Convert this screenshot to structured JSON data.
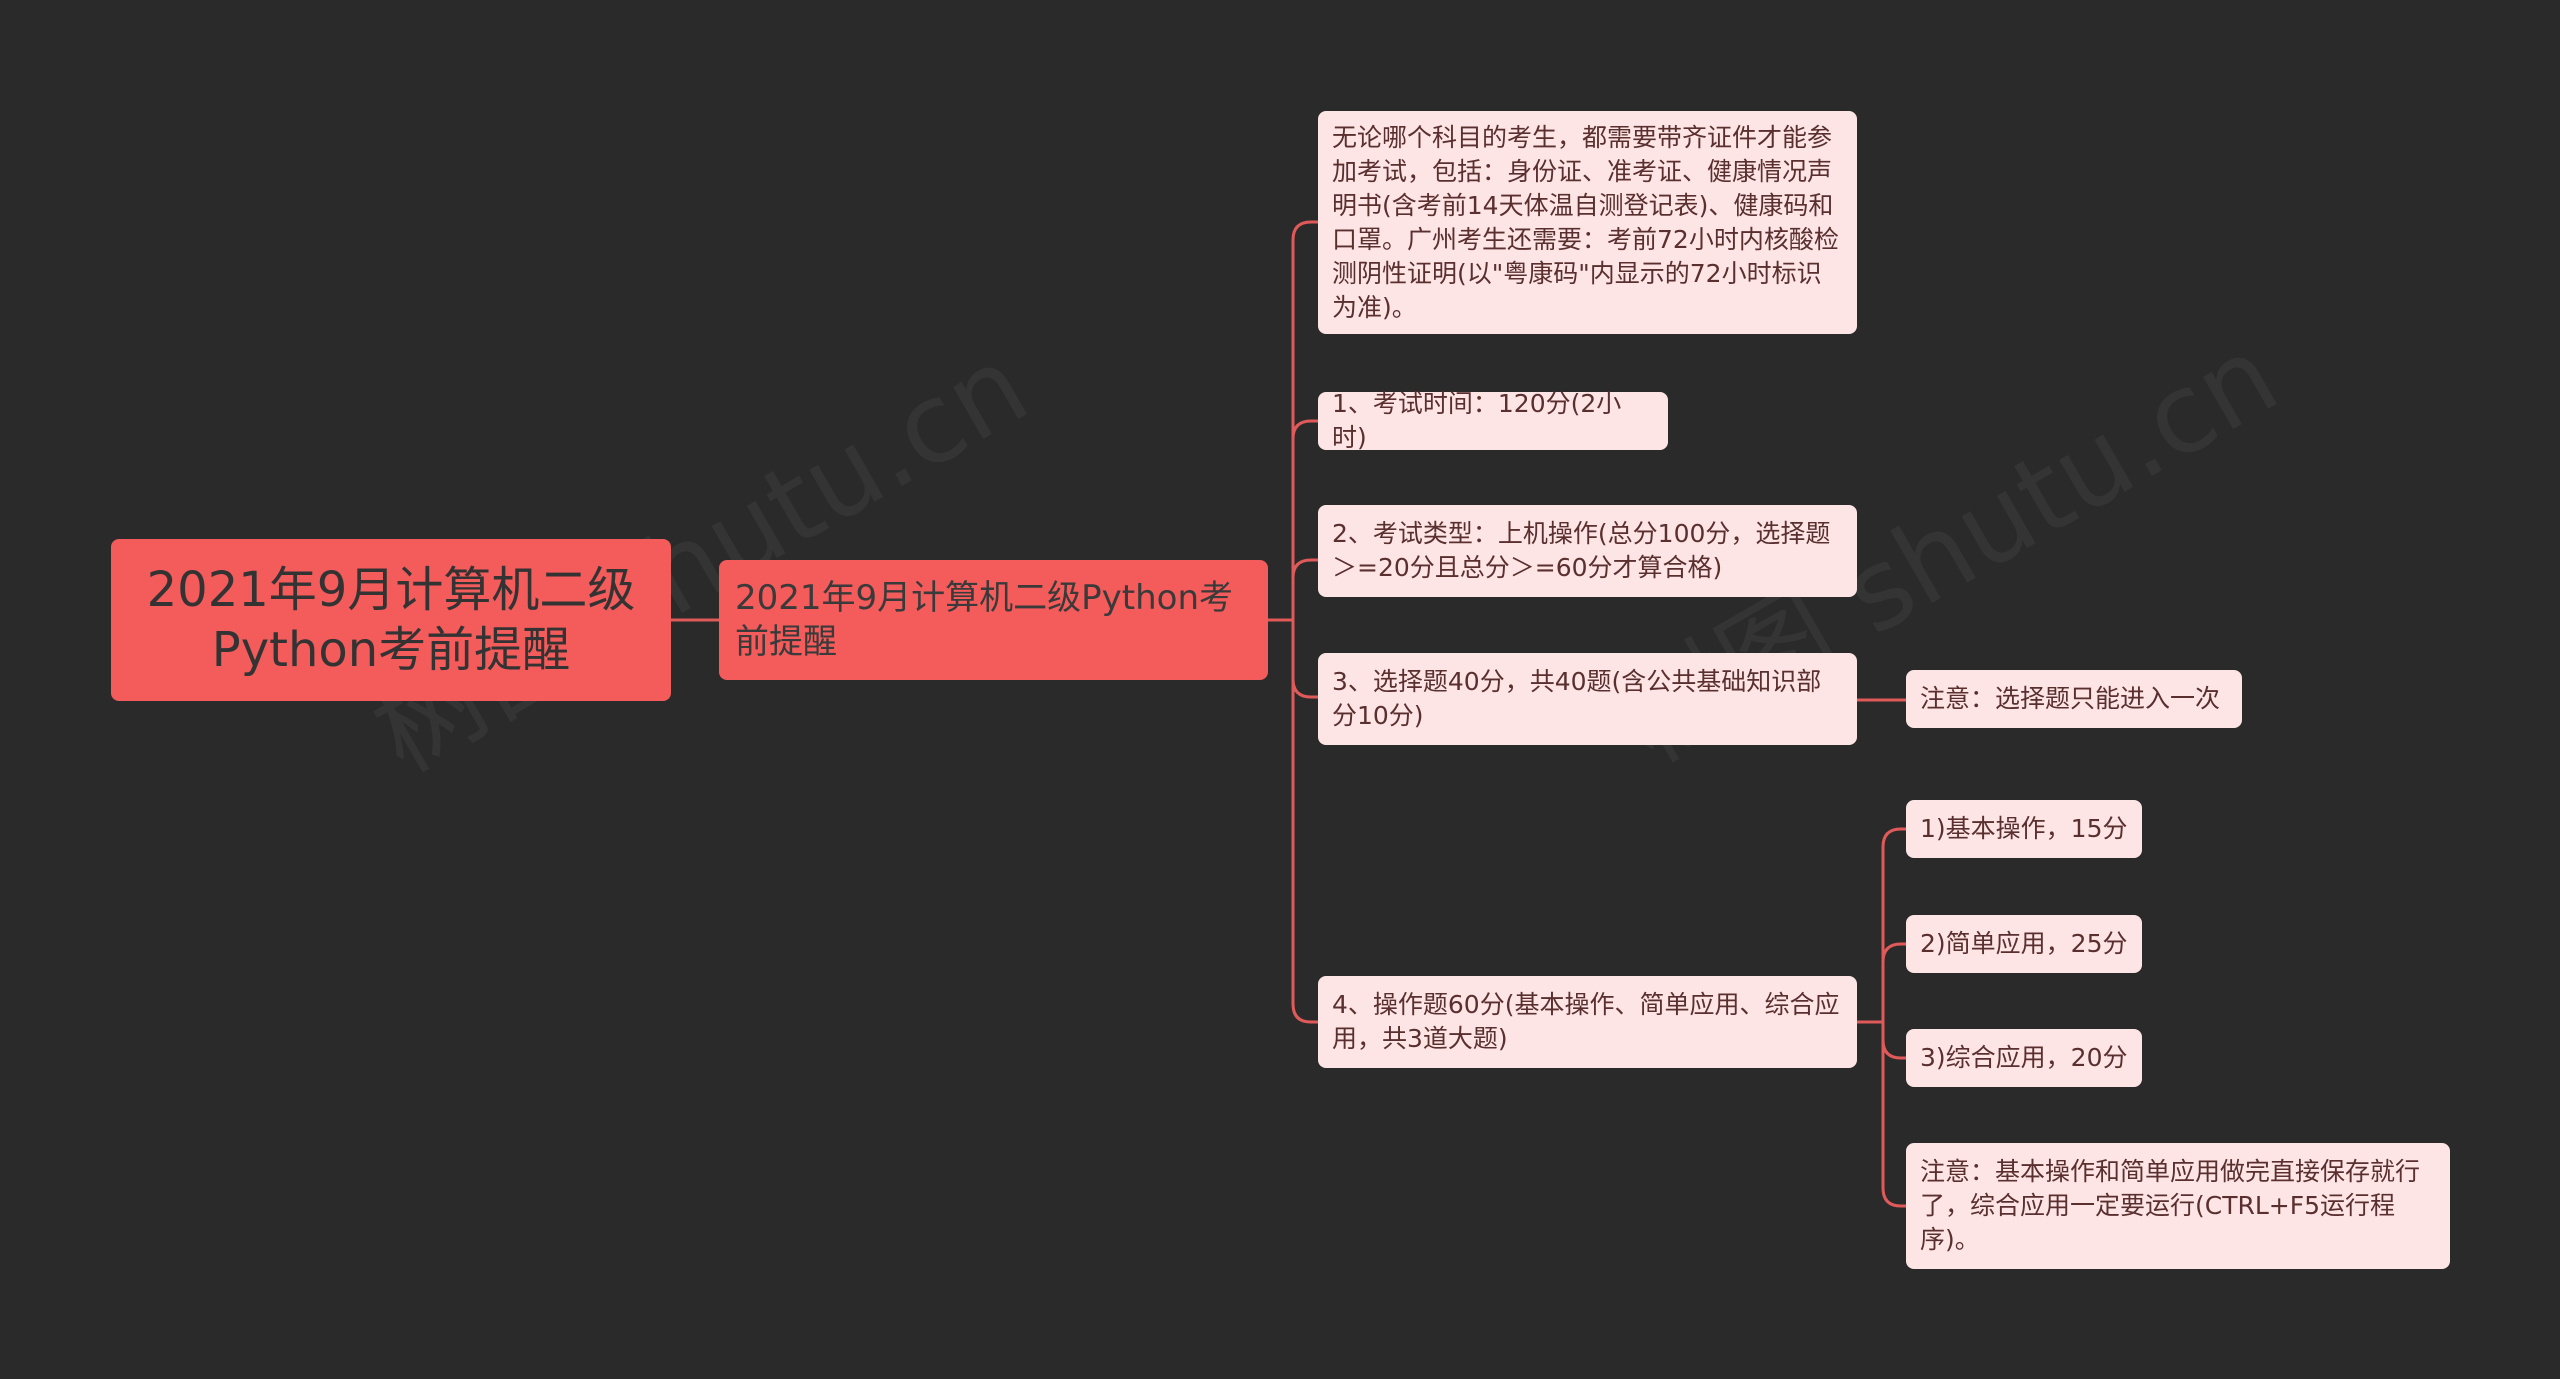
{
  "root": {
    "label": "2021年9月计算机二级Python考前提醒"
  },
  "branch": {
    "label": "2021年9月计算机二级Python考前提醒"
  },
  "items": [
    {
      "text": "无论哪个科目的考生，都需要带齐证件才能参加考试，包括：身份证、准考证、健康情况声明书(含考前14天体温自测登记表)、健康码和口罩。广州考生还需要：考前72小时内核酸检测阴性证明(以\"粤康码\"内显示的72小时标识为准)。"
    },
    {
      "text": "1、考试时间：120分(2小时)"
    },
    {
      "text": "2、考试类型：上机操作(总分100分，选择题＞=20分且总分＞=60分才算合格)"
    },
    {
      "text": "3、选择题40分，共40题(含公共基础知识部分10分)",
      "children": [
        "注意：选择题只能进入一次"
      ]
    },
    {
      "text": "4、操作题60分(基本操作、简单应用、综合应用，共3道大题)",
      "children": [
        "1)基本操作，15分",
        "2)简单应用，25分",
        "3)综合应用，20分",
        "注意：基本操作和简单应用做完直接保存就行了，综合应用一定要运行(CTRL+F5运行程序)。"
      ]
    }
  ],
  "watermark": "树图 shutu.cn",
  "colors": {
    "background": "#2a2a2a",
    "primary": "#f45b5b",
    "leaf": "#fde5e5",
    "line": "#e05a5a"
  }
}
